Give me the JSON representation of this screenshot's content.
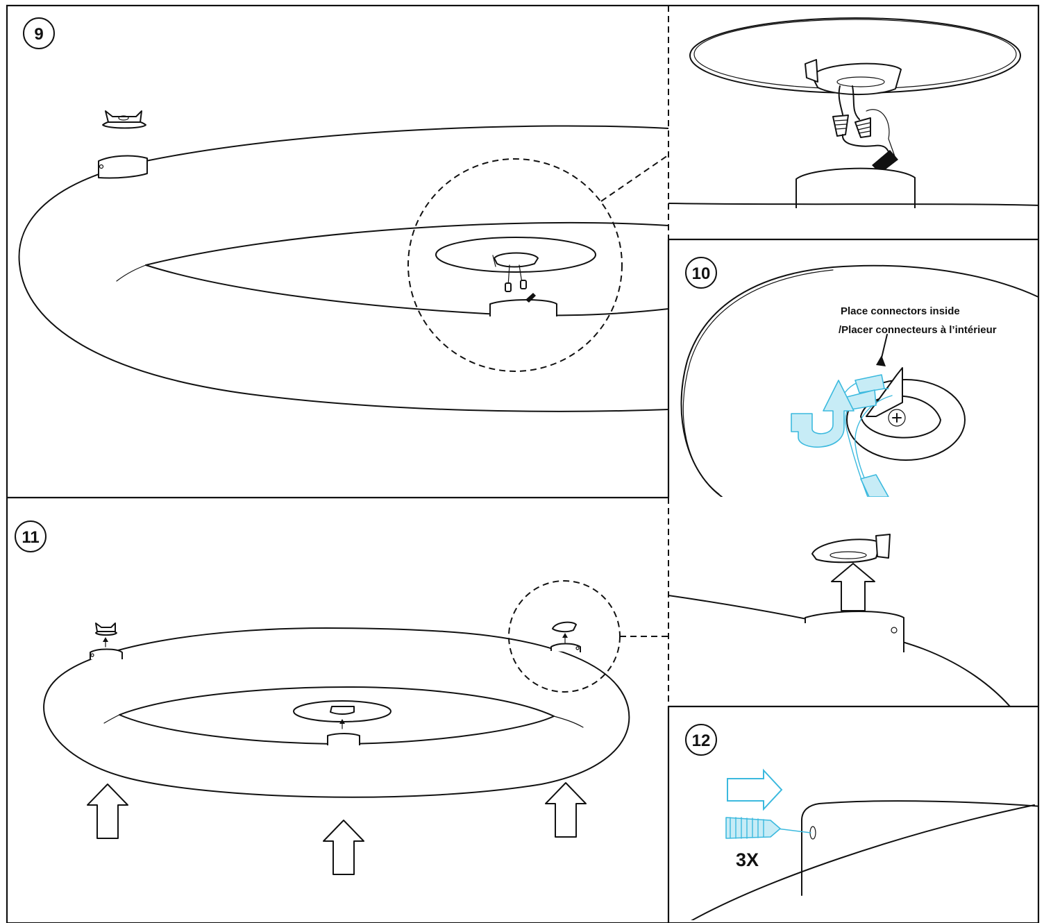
{
  "steps": {
    "step9": {
      "number": "9"
    },
    "step10": {
      "number": "10",
      "callout_line1": "Place connectors inside",
      "callout_line2": "/Placer connecteurs à l’intérieur"
    },
    "step11": {
      "number": "11"
    },
    "step12": {
      "number": "12",
      "quantity": "3X"
    }
  },
  "colors": {
    "line": "#111111",
    "accent": "#3bb9de",
    "accent_fill": "#c7ecf6",
    "background": "#ffffff"
  },
  "icons": [
    "arrow-up-icon",
    "arrow-right-icon",
    "screw-icon",
    "wire-connector-icon",
    "mounting-bracket-icon"
  ]
}
